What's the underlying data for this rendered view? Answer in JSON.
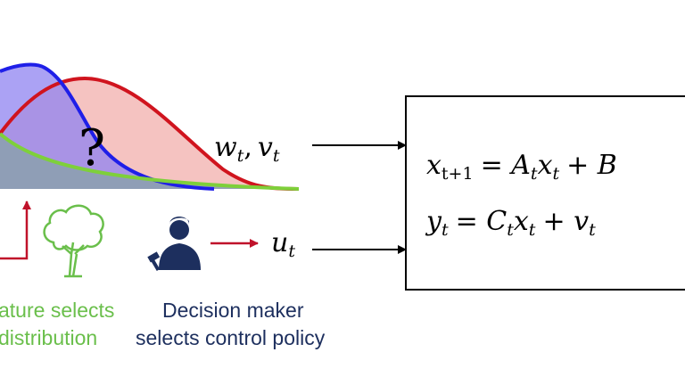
{
  "question_mark": "?",
  "noise_label": {
    "w": "w",
    "w_sub": "t",
    "comma": ",",
    "v": "v",
    "v_sub": "t"
  },
  "control_label": {
    "u": "u",
    "u_sub": "t"
  },
  "system": {
    "eq1": {
      "lhs": "x",
      "lhs_sub": "t+1",
      "rhs": "= A",
      "a_sub": "t",
      "x": "x",
      "x_sub": "t",
      "tail": "+ B"
    },
    "eq2": {
      "lhs": "y",
      "lhs_sub": "t",
      "rhs": "= C",
      "c_sub": "t",
      "x": "x",
      "x_sub": "t",
      "tail": "+ v",
      "v_sub": "t"
    }
  },
  "nature_caption": {
    "line1": "ature selects",
    "line2": "distribution"
  },
  "decision_caption": {
    "line1": "Decision maker",
    "line2": "selects control policy"
  },
  "colors": {
    "blue": "#1f1fe8",
    "red": "#d0141e",
    "green": "#7ed03a",
    "navy": "#1d2f5e",
    "nature_text": "#6abf4b",
    "arrow_red": "#c0122a"
  }
}
